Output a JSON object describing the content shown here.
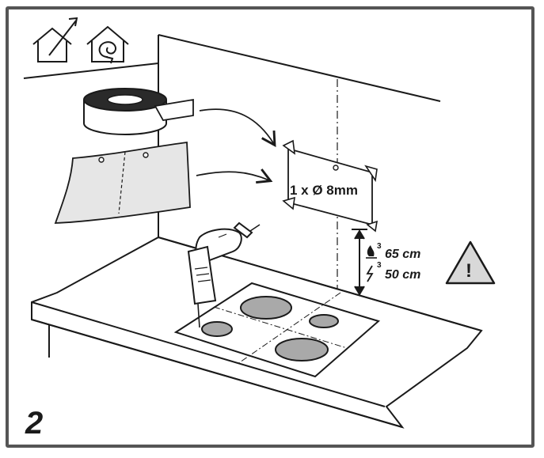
{
  "step_number": "2",
  "hole_label": "1 x Ø 8mm",
  "heights": {
    "gas_sup": "3",
    "gas_height": "65 cm",
    "electric_sup": "3",
    "electric_height": "50 cm"
  },
  "warning_glyph": "!",
  "icons": {
    "mode_1": "ducted-extraction-icon",
    "mode_2": "recirculation-icon",
    "items": [
      "adhesive-tape-roll",
      "paper-drilling-template",
      "power-drill",
      "cooktop",
      "warning-triangle"
    ]
  },
  "colors": {
    "frame": "#555555",
    "line": "#1a1a1a",
    "burner_fill": "#a9a9a9",
    "template_fill": "#e6e6e6",
    "tape_fill": "#2a2a2a"
  }
}
